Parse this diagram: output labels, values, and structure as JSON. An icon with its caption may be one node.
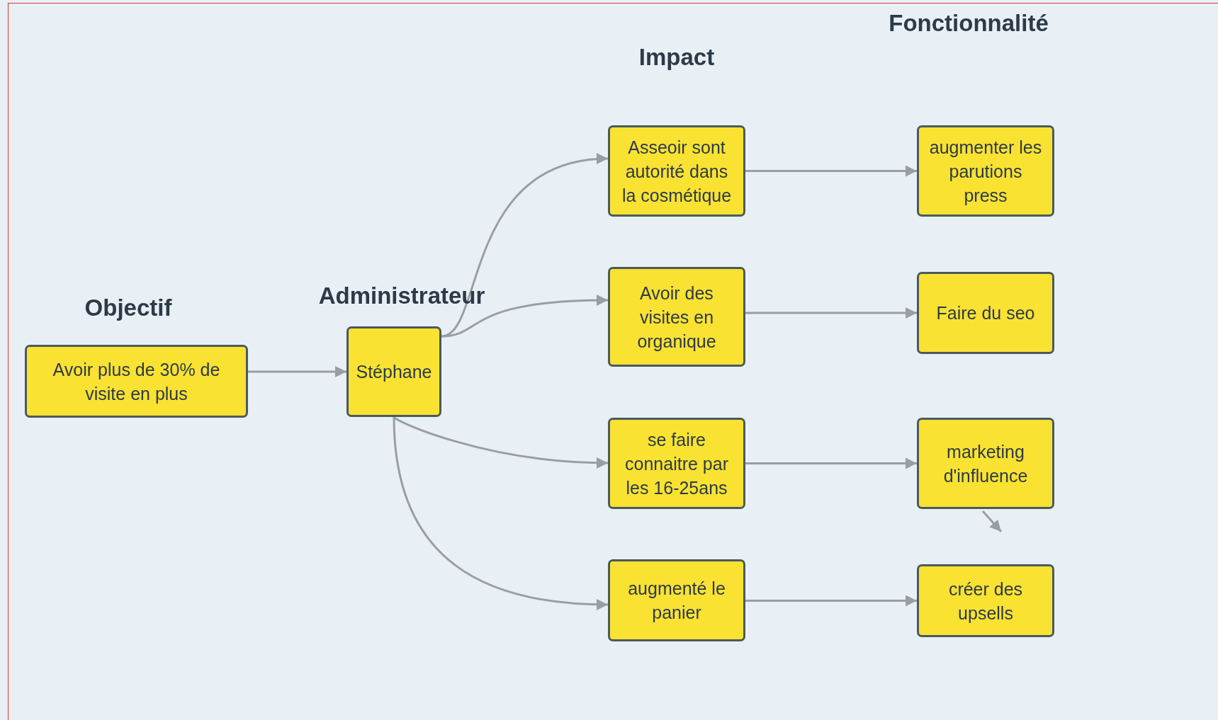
{
  "diagram": {
    "nodes": [
      {
        "text": [
          "Avoir plus de 30% de visite en plus"
        ]
      },
      {
        "text": [
          "Stéphane"
        ]
      },
      {
        "text": [
          "Asseoir sont autorité dans la cosmétique"
        ]
      },
      {
        "text": [
          "Avoir des visites en organique"
        ]
      },
      {
        "text": [
          "se faire connaitre par les 16-25ans"
        ]
      },
      {
        "text": [
          "augmenté le panier"
        ]
      },
      {
        "text": [
          "augmenter les parutions press"
        ]
      },
      {
        "text": [
          "Faire du seo"
        ]
      },
      {
        "text": [
          "marketing d'influence"
        ]
      },
      {
        "text": [
          "créer des upsells"
        ]
      }
    ],
    "edges": [
      {
        "from": 0,
        "to": 1,
        "arrow": "to"
      },
      {
        "from": 1,
        "to": 2,
        "arrow": "to"
      },
      {
        "from": 1,
        "to": 3,
        "arrow": "to"
      },
      {
        "from": 1,
        "to": 4,
        "arrow": "to"
      },
      {
        "from": 1,
        "to": 5,
        "arrow": "to"
      },
      {
        "from": 2,
        "to": 6,
        "arrow": "to"
      },
      {
        "from": 3,
        "to": 7,
        "arrow": "to"
      },
      {
        "from": 4,
        "to": 8,
        "arrow": "to"
      },
      {
        "from": 5,
        "to": 9,
        "arrow": "to"
      },
      {
        "from": 8,
        "to": null,
        "arrow": "to"
      }
    ],
    "labels": [
      "Fonctionnalité",
      "Impact",
      "Administrateur",
      "Objectif"
    ]
  }
}
